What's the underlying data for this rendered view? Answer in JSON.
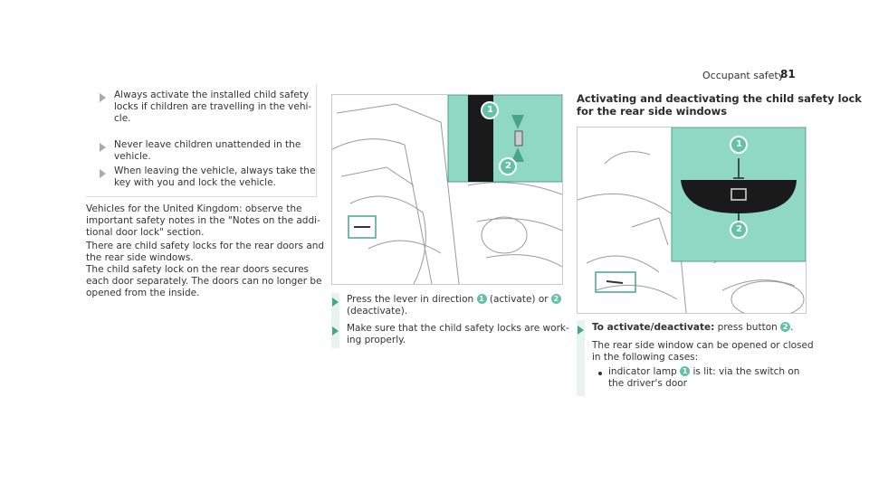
{
  "header": {
    "title": "Occupant safety",
    "page": "81"
  },
  "warnings": [
    [
      "Always activate the installed child safety",
      "locks if children are travelling in the vehi-",
      "cle."
    ],
    [
      "Never leave children unattended in the",
      "vehicle."
    ],
    [
      "When leaving the vehicle, always take the",
      "key with you and lock the vehicle."
    ]
  ],
  "body": {
    "uk_lines": [
      "Vehicles for the United Kingdom: observe the",
      "important safety notes in the \"Notes on the addi-",
      "tional door lock\" section."
    ],
    "para_lines": [
      "There are child safety locks for the rear doors and",
      "the rear side windows.",
      "The child safety lock on the rear doors secures",
      "each door separately. The doors can no longer be",
      "opened from the inside."
    ]
  },
  "middle": {
    "step1_a": "Press the lever in direction",
    "step1_b": "(activate) or",
    "step1_c": "(deactivate).",
    "step2_lines": [
      "Make sure that the child safety locks are work-",
      "ing properly."
    ]
  },
  "right": {
    "heading_lines": [
      "Activating and deactivating the child safety lock",
      "for the rear side windows"
    ],
    "step_label": "To activate/deactivate:",
    "step_text_a": "press button",
    "step_text_b": ".",
    "case_lines": [
      "The rear side window can be opened or closed",
      "in the following cases:"
    ],
    "bullet_a": "indicator lamp",
    "bullet_b": "is lit: via the switch on",
    "bullet_c": "the driver's door"
  },
  "markers": {
    "one": "1",
    "two": "2"
  },
  "colors": {
    "accent": "#63c2a4",
    "step_bg": "#e6f3ef",
    "inset_bg": "#8fd8c3"
  }
}
